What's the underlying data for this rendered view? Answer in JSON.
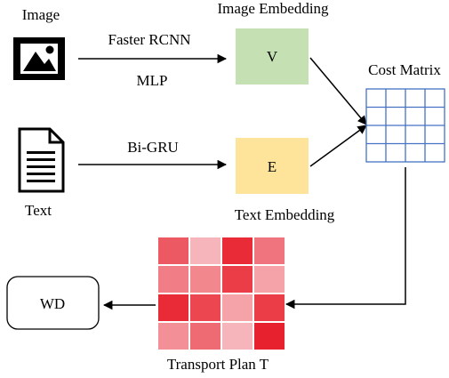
{
  "labels": {
    "image": "Image",
    "text": "Text",
    "image_embedding": "Image Embedding",
    "text_embedding": "Text Embedding",
    "cost_matrix": "Cost Matrix",
    "transport_plan": "Transport Plan T"
  },
  "edges": {
    "image_top": "Faster RCNN",
    "image_bottom": "MLP",
    "text_top": "Bi-GRU"
  },
  "nodes": {
    "v": "V",
    "e": "E",
    "wd": "WD"
  },
  "colors": {
    "v_fill": "#c5e0b3",
    "e_fill": "#fde49a",
    "grid_line": "#4472c4",
    "heat_min": "#fadadd",
    "heat_max": "#e8212e"
  },
  "icons": {
    "image": "image-icon",
    "text": "document-icon"
  },
  "transport_plan": {
    "levels": [
      [
        0.7,
        0.2,
        0.95,
        0.55
      ],
      [
        0.5,
        0.45,
        0.85,
        0.3
      ],
      [
        0.95,
        0.8,
        0.3,
        0.85
      ],
      [
        0.4,
        0.6,
        0.2,
        1.0
      ]
    ]
  }
}
